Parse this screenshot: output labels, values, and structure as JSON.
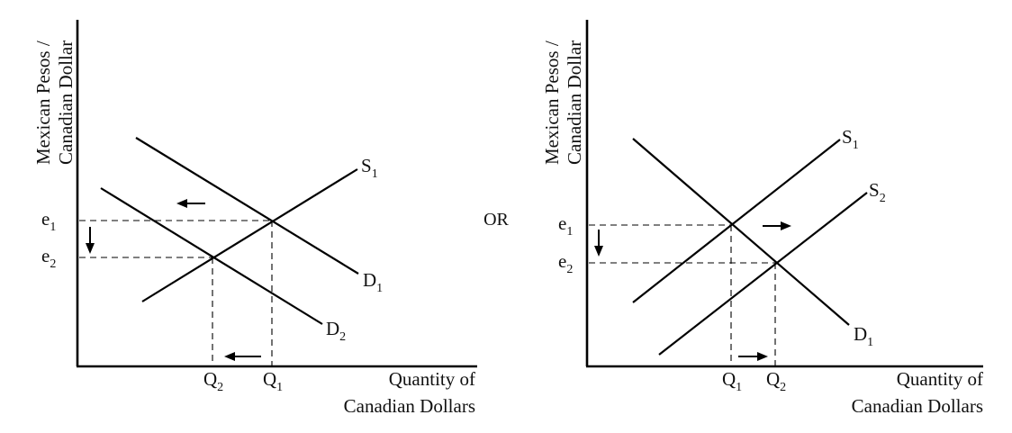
{
  "diagram": {
    "separator_label": "OR",
    "panels": [
      {
        "id": "left",
        "y_axis_label": [
          "Mexican Pesos /",
          "Canadian Dollar"
        ],
        "x_axis_label": [
          "Quantity of",
          "Canadian Dollars"
        ],
        "price_levels": [
          {
            "name": "e",
            "sub": "1"
          },
          {
            "name": "e",
            "sub": "2"
          }
        ],
        "quantity_levels": [
          {
            "name": "Q",
            "sub": "2"
          },
          {
            "name": "Q",
            "sub": "1"
          }
        ],
        "curves": [
          {
            "name": "S",
            "sub": "1",
            "type": "supply"
          },
          {
            "name": "D",
            "sub": "1",
            "type": "demand"
          },
          {
            "name": "D",
            "sub": "2",
            "type": "demand"
          }
        ],
        "shift": "Demand decreases (D1 to D2): exchange rate falls e1 to e2, quantity falls Q1 to Q2"
      },
      {
        "id": "right",
        "y_axis_label": [
          "Mexican Pesos /",
          "Canadian Dollar"
        ],
        "x_axis_label": [
          "Quantity of",
          "Canadian Dollars"
        ],
        "price_levels": [
          {
            "name": "e",
            "sub": "1"
          },
          {
            "name": "e",
            "sub": "2"
          }
        ],
        "quantity_levels": [
          {
            "name": "Q",
            "sub": "1"
          },
          {
            "name": "Q",
            "sub": "2"
          }
        ],
        "curves": [
          {
            "name": "S",
            "sub": "1",
            "type": "supply"
          },
          {
            "name": "S",
            "sub": "2",
            "type": "supply"
          },
          {
            "name": "D",
            "sub": "1",
            "type": "demand"
          }
        ],
        "shift": "Supply increases (S1 to S2): exchange rate falls e1 to e2, quantity rises Q1 to Q2"
      }
    ]
  }
}
